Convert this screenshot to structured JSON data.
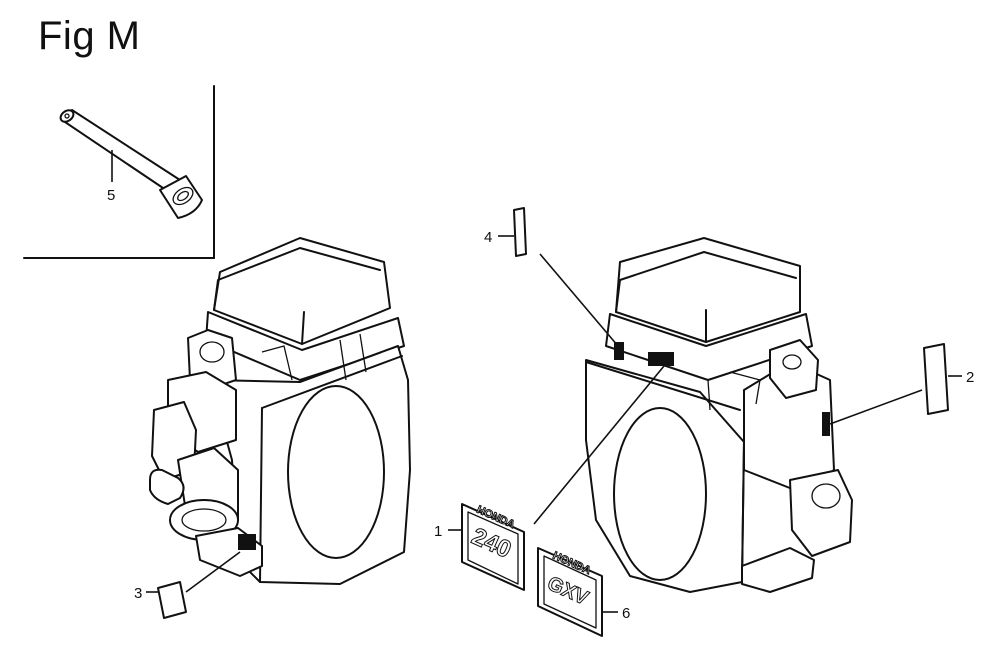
{
  "figure": {
    "title": "Fig M"
  },
  "callouts": [
    {
      "id": "1",
      "label": "1"
    },
    {
      "id": "2",
      "label": "2"
    },
    {
      "id": "3",
      "label": "3"
    },
    {
      "id": "4",
      "label": "4"
    },
    {
      "id": "5",
      "label": "5"
    },
    {
      "id": "6",
      "label": "6"
    }
  ],
  "labels": {
    "part1_brand": "HONDA",
    "part1_number": "240",
    "part6_brand": "HONDA",
    "part6_text": "GXV"
  }
}
